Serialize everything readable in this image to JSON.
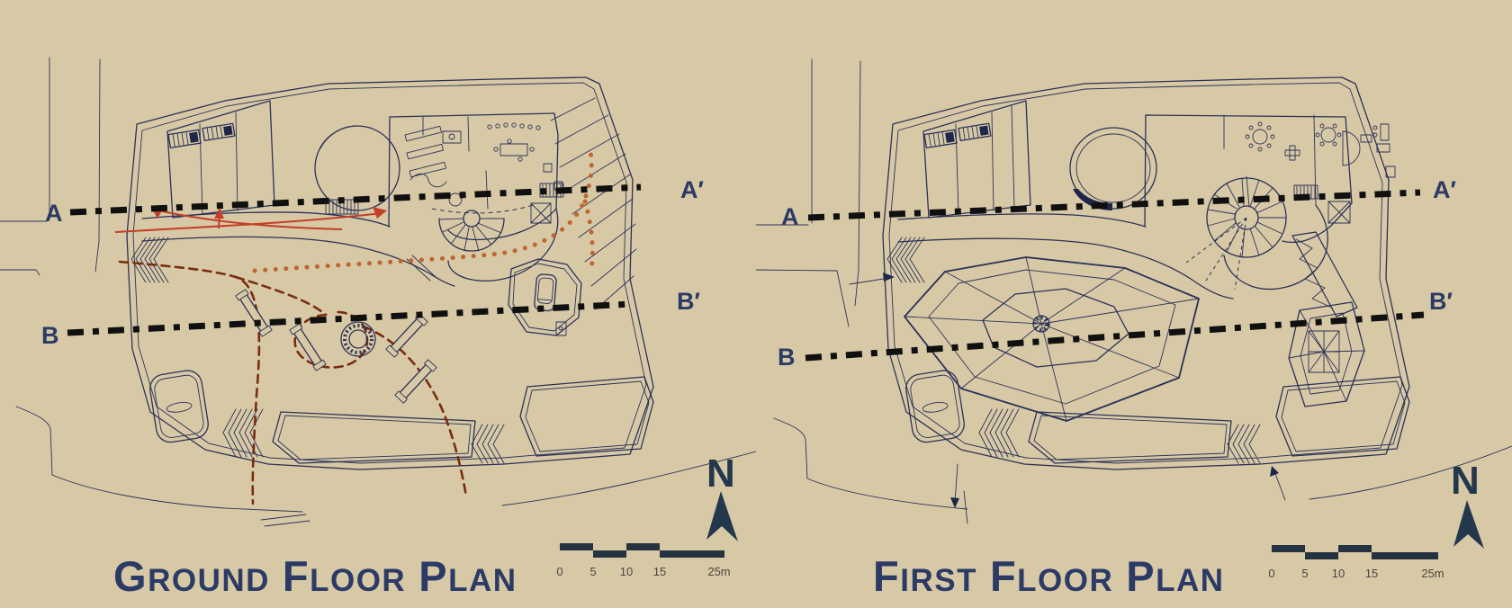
{
  "colors": {
    "bg": "#d8c9a6",
    "ink": "#2b3158",
    "ink_dark": "#1d2747",
    "section": "#101010",
    "label": "#2c3a66",
    "red": "#c33f28",
    "orange": "#bf6531",
    "maroon": "#782d10",
    "compass": "#24384d",
    "scalebar": "#253240"
  },
  "shared": {
    "north_label": "N",
    "scale_ticks": [
      "0",
      "5",
      "10",
      "15",
      "25m"
    ],
    "section_labels": {
      "a": "A",
      "a_prime": "A′",
      "b": "B",
      "b_prime": "B′"
    }
  },
  "panels": [
    {
      "name": "ground-floor-plan",
      "title": {
        "w1_lead": "G",
        "w1_rest": "ROUND",
        "w2_lead": "F",
        "w2_rest": "LOOR",
        "w3_lead": "P",
        "w3_rest": "LAN"
      }
    },
    {
      "name": "first-floor-plan",
      "title": {
        "w1_lead": "F",
        "w1_rest": "IRST",
        "w2_lead": "F",
        "w2_rest": "LOOR",
        "w3_lead": "P",
        "w3_rest": "LAN"
      }
    }
  ]
}
